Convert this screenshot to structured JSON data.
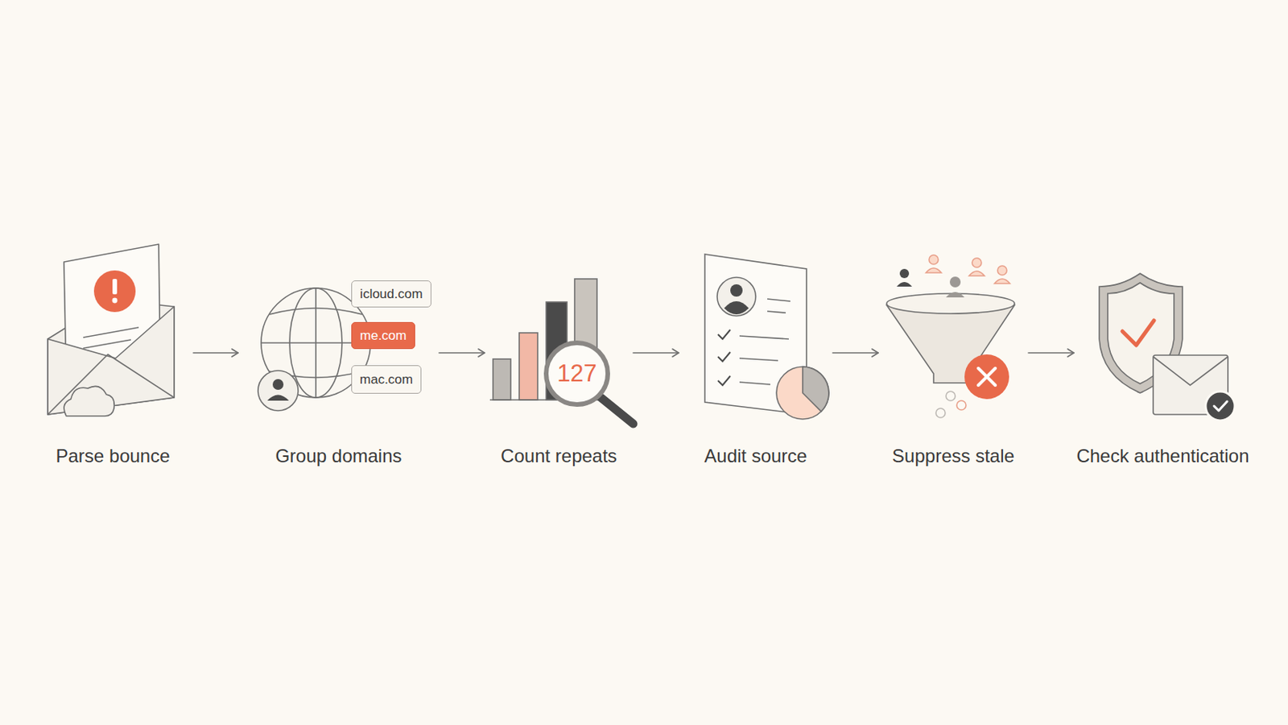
{
  "diagram": {
    "nodes": [
      {
        "text": [
          "Parse bounce"
        ]
      },
      {
        "text": [
          "Group domains"
        ]
      },
      {
        "text": [
          "icloud.com"
        ],
        "in": 1
      },
      {
        "text": [
          "me.com"
        ],
        "in": 1
      },
      {
        "text": [
          "mac.com"
        ],
        "in": 1
      },
      {
        "text": [
          "Count repeats"
        ]
      },
      {
        "text": [
          "127"
        ],
        "in": 5
      },
      {
        "text": [
          "Audit source"
        ]
      },
      {
        "text": [
          "Suppress stale"
        ]
      },
      {
        "text": [
          "Check authentication"
        ]
      }
    ],
    "edges": [
      {
        "from": 0,
        "to": 1,
        "arrow": "to"
      },
      {
        "from": 1,
        "to": 5,
        "arrow": "to"
      },
      {
        "from": 5,
        "to": 7,
        "arrow": "to"
      },
      {
        "from": 7,
        "to": 8,
        "arrow": "to"
      },
      {
        "from": 8,
        "to": 9,
        "arrow": "to"
      }
    ]
  }
}
